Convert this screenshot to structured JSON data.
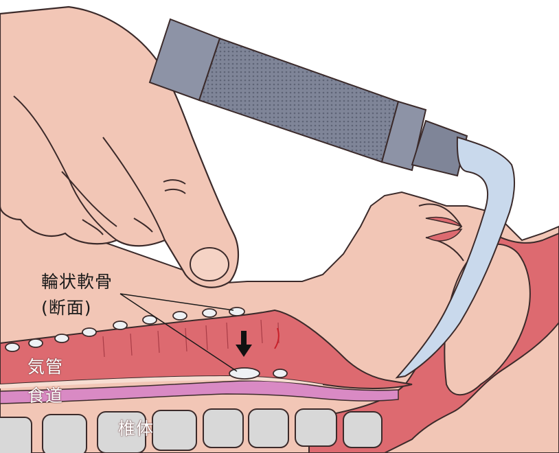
{
  "labels": {
    "cricoid": "輪状軟骨",
    "cross_section": "(断面)",
    "trachea": "気管",
    "esophagus": "食道",
    "vertebra": "椎体"
  },
  "colors": {
    "skin": "#f2c6b6",
    "skin_line": "#3b2a2a",
    "mucosa": "#dd6a70",
    "mucosa_dark": "#c24852",
    "esophagus": "#d98ac4",
    "bone": "#d8d8d8",
    "laryngoscope": "#8d93a6",
    "blade": "#c9d9ec"
  },
  "icons": {
    "pressure_arrow": "down-arrow-icon"
  }
}
